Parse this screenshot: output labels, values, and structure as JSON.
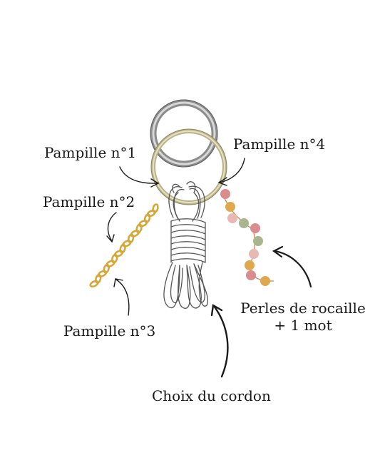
{
  "labels": {
    "pampille1": "Pampille n°1",
    "pampille2": "Pampille n°2",
    "pampille3": "Pampille n°3",
    "pampille4": "Pampille n°4",
    "perles_line1": "Perles de rocaille",
    "perles_line2": "+ 1 mot",
    "cordon": "Choix du cordon"
  },
  "colors": {
    "ring_silver": "#9a9a9a",
    "ring_gold": "#b9b38a",
    "chain_gold": "#d4a73a",
    "cord": "#555555",
    "beads": [
      "#d98d8f",
      "#e0a84e",
      "#e8b8b2",
      "#a9b58e",
      "#d98d8f",
      "#a9b58e",
      "#e8b8b2",
      "#e0a84e"
    ],
    "arrow": "#1a1a1a"
  }
}
